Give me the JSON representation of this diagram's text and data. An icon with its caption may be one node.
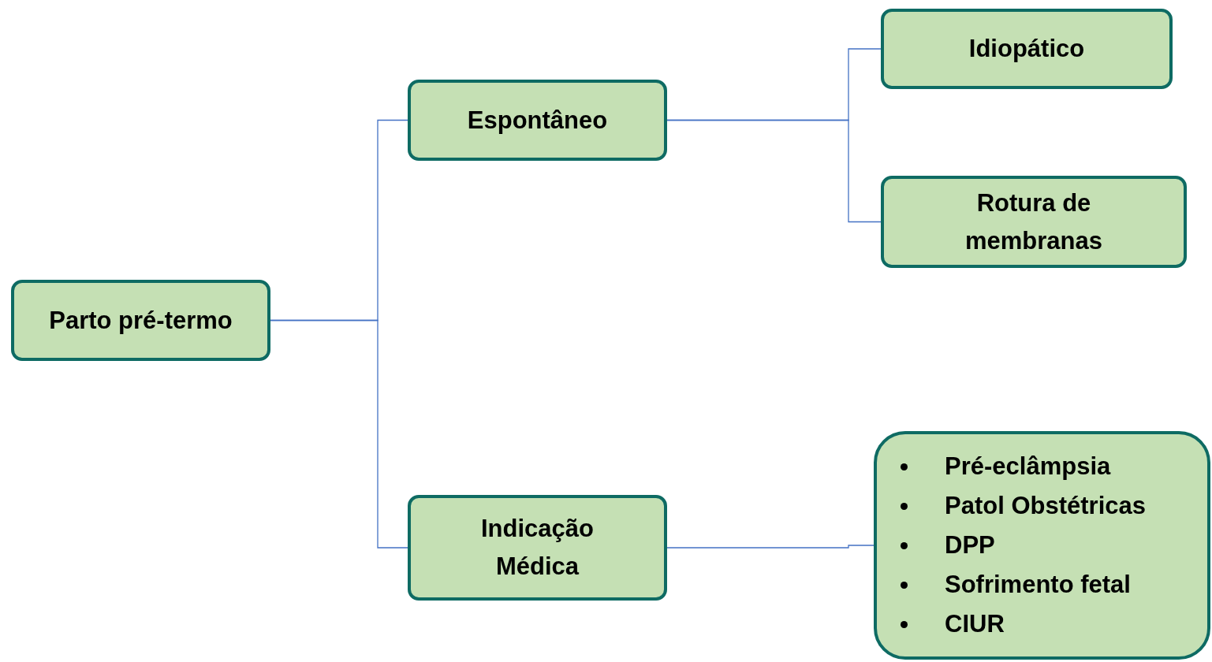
{
  "diagram": {
    "nodes": [
      {
        "text": [
          "Parto pré-termo"
        ]
      },
      {
        "text": [
          "Espontâneo"
        ]
      },
      {
        "text": [
          "Indicação Médica"
        ]
      },
      {
        "text": [
          "Idiopático"
        ]
      },
      {
        "text": [
          "Rotura de membranas"
        ]
      },
      {
        "text": [
          "Pré-eclâmpsia",
          "Patol Obstétricas",
          "DPP",
          "Sofrimento fetal",
          "CIUR"
        ]
      }
    ],
    "edges": [
      {
        "from": 0,
        "to": 1,
        "arrow": "none"
      },
      {
        "from": 0,
        "to": 2,
        "arrow": "none"
      },
      {
        "from": 1,
        "to": 3,
        "arrow": "none"
      },
      {
        "from": 1,
        "to": 4,
        "arrow": "none"
      },
      {
        "from": 2,
        "to": 5,
        "arrow": "none"
      }
    ]
  }
}
